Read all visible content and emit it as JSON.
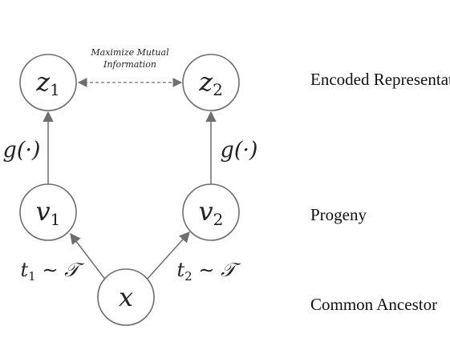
{
  "nodes": {
    "z1": {
      "base": "z",
      "sub": "1"
    },
    "z2": {
      "base": "z",
      "sub": "2"
    },
    "v1": {
      "base": "v",
      "sub": "1"
    },
    "v2": {
      "base": "v",
      "sub": "2"
    },
    "x": {
      "base": "x",
      "sub": ""
    }
  },
  "edges": {
    "g_left": {
      "label": "g(·)"
    },
    "g_right": {
      "label": "g(·)"
    },
    "t1": {
      "label_base": "t",
      "label_sub": "1",
      "label_rest": " ∼ 𝒯"
    },
    "t2": {
      "label_base": "t",
      "label_sub": "2",
      "label_rest": " ∼ 𝒯"
    }
  },
  "annotation": {
    "line1": "Maximize Mutual",
    "line2": "Information"
  },
  "levels": {
    "top": "Encoded Representation",
    "middle": "Progeny",
    "bottom": "Common Ancestor"
  },
  "colors": {
    "stroke": "#6e6e6e",
    "text": "#222222"
  }
}
